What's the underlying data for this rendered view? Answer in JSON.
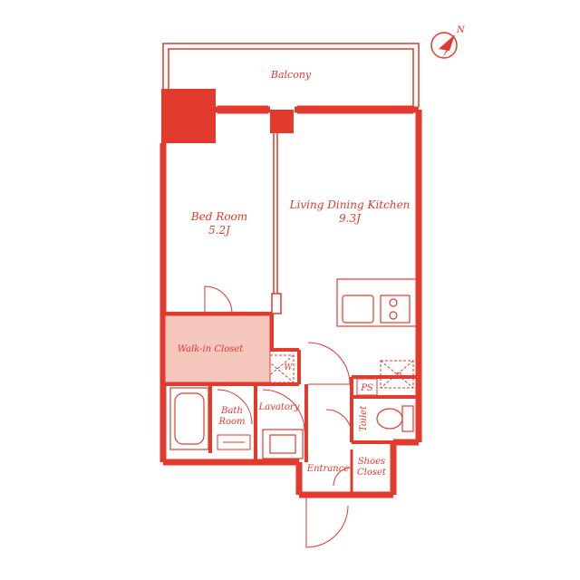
{
  "colors": {
    "line": "#e23a2c",
    "fill_light": "#f6c7bd",
    "background": "#ffffff"
  },
  "compass": {
    "north_label": "N"
  },
  "rooms": {
    "balcony": "Balcony",
    "bedroom_name": "Bed Room",
    "bedroom_area": "5.2J",
    "ldk_name": "Living Dining Kitchen",
    "ldk_area": "9.3J",
    "walkin_closet": "Walk-in Closet",
    "washer": "W",
    "fridge": "R",
    "ps": "PS",
    "bath_line1": "Bath",
    "bath_line2": "Room",
    "lavatory": "Lavatory",
    "toilet": "Toilet",
    "entrance": "Entrance",
    "shoes_line1": "Shoes",
    "shoes_line2": "Closet"
  }
}
